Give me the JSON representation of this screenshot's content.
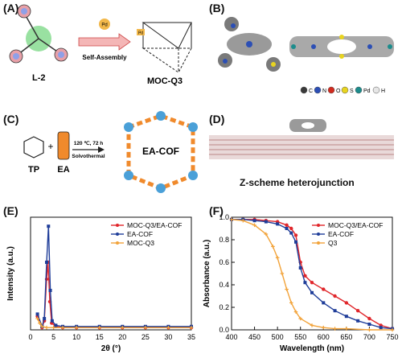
{
  "panels": {
    "A": {
      "label": "(A)",
      "ligand_label": "L-2",
      "pd_label": "Pd",
      "arrow_label": "Self-Assembly",
      "cage_pd_label": "Pd",
      "product_label": "MOC-Q3"
    },
    "B": {
      "label": "(B)",
      "atom_legend": [
        {
          "symbol": "C",
          "color": "#3a3a3a"
        },
        {
          "symbol": "N",
          "color": "#2c4fb5"
        },
        {
          "symbol": "O",
          "color": "#d22a1e"
        },
        {
          "symbol": "S",
          "color": "#e8d420"
        },
        {
          "symbol": "Pd",
          "color": "#1c8c8c"
        },
        {
          "symbol": "H",
          "color": "#e6e6e6"
        }
      ]
    },
    "C": {
      "label": "(C)",
      "tp_label": "TP",
      "ea_label": "EA",
      "conditions_line1": "120 ℃, 72 h",
      "conditions_line2": "Solvothermal",
      "product_label": "EA-COF"
    },
    "D": {
      "label": "(D)",
      "caption": "Z-scheme heterojunction"
    }
  },
  "chart_data": [
    {
      "panel": "(E)",
      "type": "line",
      "xlabel": "2θ (°)",
      "ylabel": "Intensity (a.u.)",
      "xlim": [
        0,
        35
      ],
      "xticks": [
        0,
        5,
        10,
        15,
        20,
        25,
        30,
        35
      ],
      "legend_position": "top-right",
      "series": [
        {
          "name": "MOC-Q3/EA-COF",
          "color": "#e0262b",
          "x": [
            1.5,
            2.5,
            3.0,
            3.5,
            3.8,
            4.2,
            4.6,
            5.5,
            7,
            10,
            15,
            20,
            25,
            30,
            35
          ],
          "y": [
            0.12,
            0.02,
            0.08,
            0.45,
            0.6,
            0.25,
            0.06,
            0.03,
            0.02,
            0.02,
            0.02,
            0.02,
            0.02,
            0.02,
            0.02
          ]
        },
        {
          "name": "EA-COF",
          "color": "#1f3d99",
          "x": [
            1.5,
            2.5,
            3.0,
            3.5,
            3.9,
            4.3,
            4.7,
            5.5,
            7,
            10,
            15,
            20,
            25,
            30,
            35
          ],
          "y": [
            0.14,
            0.03,
            0.1,
            0.6,
            0.92,
            0.35,
            0.08,
            0.04,
            0.03,
            0.03,
            0.03,
            0.03,
            0.03,
            0.03,
            0.03
          ]
        },
        {
          "name": "MOC-Q3",
          "color": "#f2a33a",
          "x": [
            1.5,
            2,
            2.5,
            3.5,
            5,
            7,
            10,
            15,
            20,
            25,
            30,
            35
          ],
          "y": [
            0.1,
            0.06,
            0.03,
            0.02,
            0.02,
            0.02,
            0.02,
            0.02,
            0.02,
            0.02,
            0.02,
            0.02
          ]
        }
      ]
    },
    {
      "panel": "(F)",
      "type": "line",
      "xlabel": "Wavelength (nm)",
      "ylabel": "Absorbance (a.u.)",
      "xlim": [
        400,
        750
      ],
      "ylim": [
        0.0,
        1.0
      ],
      "xticks": [
        400,
        450,
        500,
        550,
        600,
        650,
        700,
        750
      ],
      "yticks": [
        0.0,
        0.2,
        0.4,
        0.6,
        0.8,
        1.0
      ],
      "legend_position": "top-right",
      "series": [
        {
          "name": "MOC-Q3/EA-COF",
          "color": "#e0262b",
          "x": [
            400,
            425,
            450,
            475,
            500,
            520,
            530,
            540,
            550,
            560,
            575,
            600,
            625,
            650,
            675,
            700,
            725,
            750
          ],
          "y": [
            0.98,
            0.98,
            0.98,
            0.97,
            0.96,
            0.93,
            0.9,
            0.84,
            0.6,
            0.48,
            0.42,
            0.36,
            0.3,
            0.24,
            0.17,
            0.1,
            0.04,
            0.01
          ]
        },
        {
          "name": "EA-COF",
          "color": "#1f3d99",
          "x": [
            400,
            425,
            450,
            475,
            500,
            520,
            530,
            540,
            550,
            560,
            575,
            600,
            625,
            650,
            675,
            700,
            725,
            750
          ],
          "y": [
            0.98,
            0.98,
            0.97,
            0.96,
            0.94,
            0.9,
            0.86,
            0.78,
            0.55,
            0.42,
            0.33,
            0.24,
            0.17,
            0.12,
            0.08,
            0.05,
            0.02,
            0.01
          ]
        },
        {
          "name": "Q3",
          "color": "#f2a33a",
          "x": [
            400,
            425,
            450,
            475,
            490,
            500,
            510,
            520,
            530,
            540,
            550,
            575,
            600,
            625,
            650,
            700,
            750
          ],
          "y": [
            0.98,
            0.97,
            0.93,
            0.85,
            0.74,
            0.64,
            0.5,
            0.36,
            0.24,
            0.16,
            0.1,
            0.04,
            0.02,
            0.01,
            0.01,
            0.0,
            0.0
          ]
        }
      ]
    }
  ]
}
